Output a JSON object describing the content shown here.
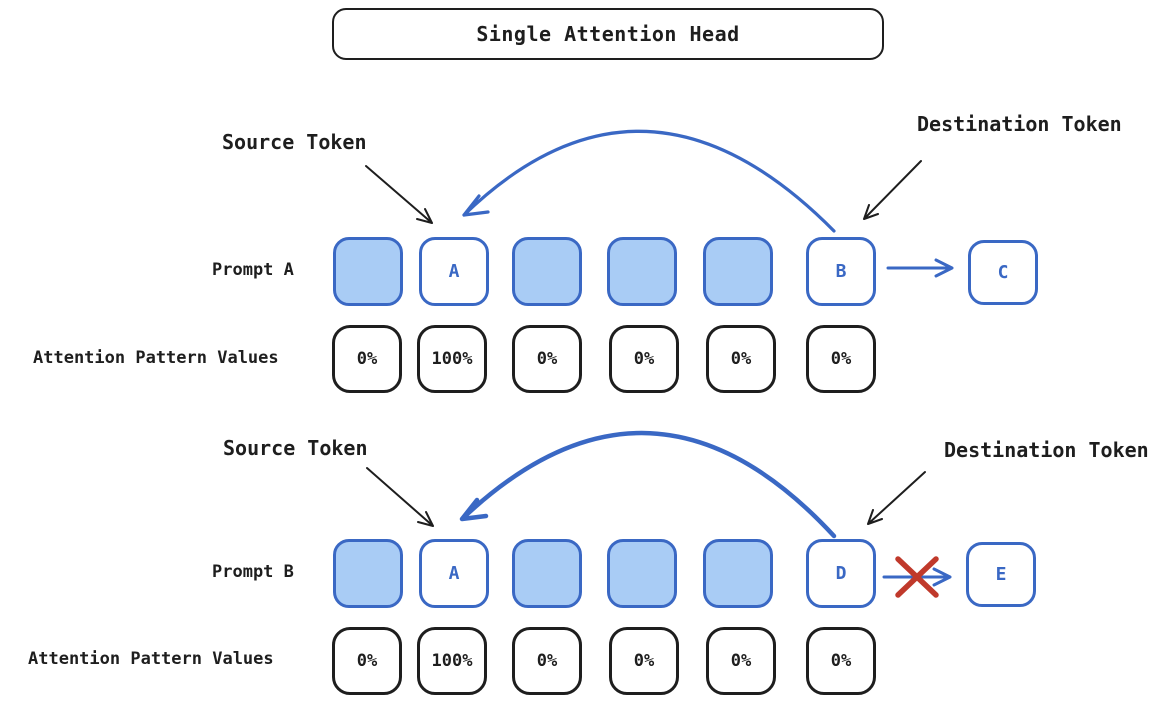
{
  "title": "Single Attention Head",
  "colors": {
    "blue_stroke": "#3a68c4",
    "blue_fill": "#a9ccf5",
    "black": "#1e1e1e",
    "red_x": "#c0392b"
  },
  "sections": [
    {
      "prompt_label": "Prompt A",
      "source_label": "Source Token",
      "destination_label": "Destination Token",
      "values_label": "Attention Pattern Values",
      "tokens": [
        {
          "label": "",
          "filled": true
        },
        {
          "label": "A",
          "filled": false
        },
        {
          "label": "",
          "filled": true
        },
        {
          "label": "",
          "filled": true
        },
        {
          "label": "",
          "filled": true
        },
        {
          "label": "B",
          "filled": false
        }
      ],
      "next_token": "C",
      "next_arrow_blocked": false,
      "values": [
        "0%",
        "100%",
        "0%",
        "0%",
        "0%",
        "0%"
      ]
    },
    {
      "prompt_label": "Prompt B",
      "source_label": "Source Token",
      "destination_label": "Destination Token",
      "values_label": "Attention Pattern Values",
      "tokens": [
        {
          "label": "",
          "filled": true
        },
        {
          "label": "A",
          "filled": false
        },
        {
          "label": "",
          "filled": true
        },
        {
          "label": "",
          "filled": true
        },
        {
          "label": "",
          "filled": true
        },
        {
          "label": "D",
          "filled": false
        }
      ],
      "next_token": "E",
      "next_arrow_blocked": true,
      "values": [
        "0%",
        "100%",
        "0%",
        "0%",
        "0%",
        "0%"
      ]
    }
  ]
}
